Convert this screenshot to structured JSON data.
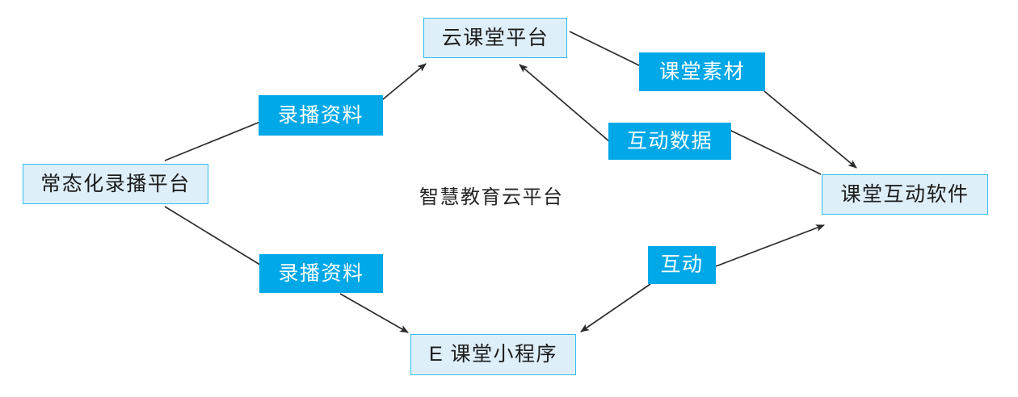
{
  "diagram": {
    "title": "智慧教育云平台",
    "caption": "智慧教育云平台",
    "colors": {
      "node_fill": "#deeffa",
      "node_border": "#31bdf0",
      "label_fill": "#00a8e8",
      "label_text": "#ffffff",
      "node_text": "#1b1b1b",
      "edge_stroke": "#2b2b2b",
      "background": "#ffffff"
    },
    "nodes": [
      {
        "id": "recording-platform",
        "label": "常态化录播平台"
      },
      {
        "id": "cloud-classroom",
        "label": "云课堂平台"
      },
      {
        "id": "classroom-software",
        "label": "课堂互动软件"
      },
      {
        "id": "e-classroom-applet",
        "label": "E 课堂小程序"
      }
    ],
    "edge_labels": [
      {
        "id": "recording-data-upper",
        "label": "录播资料"
      },
      {
        "id": "recording-data-lower",
        "label": "录播资料"
      },
      {
        "id": "classroom-material",
        "label": "课堂素材"
      },
      {
        "id": "interaction-data",
        "label": "互动数据"
      },
      {
        "id": "interaction",
        "label": "互动"
      }
    ],
    "edges": [
      {
        "from": "recording-platform",
        "to": "cloud-classroom",
        "label": "录播资料",
        "arrow": "to"
      },
      {
        "from": "recording-platform",
        "to": "e-classroom-applet",
        "label": "录播资料",
        "arrow": "to"
      },
      {
        "from": "cloud-classroom",
        "to": "classroom-software",
        "label": "课堂素材",
        "arrow": "to"
      },
      {
        "from": "classroom-software",
        "to": "cloud-classroom",
        "label": "互动数据",
        "arrow": "to"
      },
      {
        "from": "e-classroom-applet",
        "to": "classroom-software",
        "label": "互动",
        "arrow": "both"
      }
    ]
  }
}
